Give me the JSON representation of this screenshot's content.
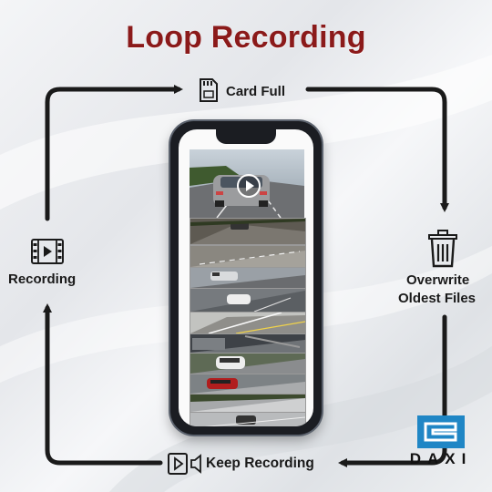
{
  "title": "Loop Recording",
  "steps": {
    "card_full": "Card Full",
    "overwrite_line1": "Overwrite",
    "overwrite_line2": "Oldest Files",
    "keep_recording": "Keep Recording",
    "recording": "Recording"
  },
  "icons": {
    "card_full": "sd-card-icon",
    "overwrite": "trash-icon",
    "keep_recording": "play-icon",
    "recording": "film-icon"
  },
  "brand": {
    "name": "DAXI"
  },
  "colors": {
    "title": "#8b1a1a",
    "arrow": "#1a1a1a",
    "brand_blue": "#1f86c5"
  }
}
